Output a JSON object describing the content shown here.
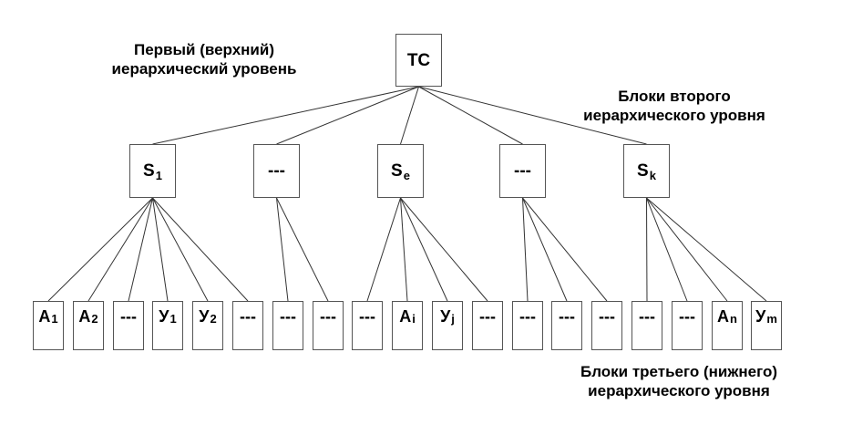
{
  "labels": {
    "top_level": [
      "Первый (верхний)",
      "иерархический уровень"
    ],
    "second_level": [
      "Блоки второго",
      "иерархического уровня"
    ],
    "third_level": [
      "Блоки третьего (нижнего)",
      "иерархического уровня"
    ]
  },
  "root": {
    "text": "ТС",
    "sub": ""
  },
  "level2": [
    {
      "text": "S",
      "sub": "1"
    },
    {
      "text": "---",
      "sub": ""
    },
    {
      "text": "S",
      "sub": "e"
    },
    {
      "text": "---",
      "sub": ""
    },
    {
      "text": "S",
      "sub": "k"
    }
  ],
  "level3": [
    {
      "text": "А",
      "sub": "1"
    },
    {
      "text": "А",
      "sub": "2"
    },
    {
      "text": "---",
      "sub": ""
    },
    {
      "text": "У",
      "sub": "1"
    },
    {
      "text": "У",
      "sub": "2"
    },
    {
      "text": "---",
      "sub": ""
    },
    {
      "text": "---",
      "sub": ""
    },
    {
      "text": "---",
      "sub": ""
    },
    {
      "text": "---",
      "sub": ""
    },
    {
      "text": "А",
      "sub": "i"
    },
    {
      "text": "У",
      "sub": "j"
    },
    {
      "text": "---",
      "sub": ""
    },
    {
      "text": "---",
      "sub": ""
    },
    {
      "text": "---",
      "sub": ""
    },
    {
      "text": "---",
      "sub": ""
    },
    {
      "text": "---",
      "sub": ""
    },
    {
      "text": "---",
      "sub": ""
    },
    {
      "text": "А",
      "sub": "n"
    },
    {
      "text": "У",
      "sub": "m"
    }
  ]
}
